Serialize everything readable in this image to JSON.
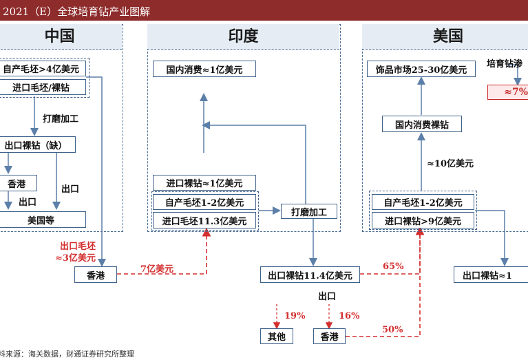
{
  "title": "2021（E）全球培育钻产业图解",
  "china": {
    "header": "中国",
    "box_self_rough": "自产毛坯>4亿美元",
    "box_import_rough": "进口毛坯/裸钻",
    "label_cut": "打磨加工",
    "box_export_bare": "出口裸钻（缺）",
    "box_hk": "香港",
    "label_export1": "出口",
    "label_export2": "出口",
    "box_us_etc": "美国等",
    "label_export_rough": "出口毛坯",
    "label_export_rough_value": "≈3亿美元"
  },
  "india": {
    "header": "印度",
    "box_domestic": "国内消费≈1亿美元",
    "box_import_bare": "进口裸钻≈1亿美元",
    "box_self_rough": "自产毛坯1-2亿美元",
    "box_import_rough": "进口毛坯11.3亿美元",
    "box_cut": "打磨加工",
    "box_export_bare": "出口裸钻11.4亿美元",
    "label_export": "出口",
    "box_other": "其他",
    "box_hk": "香港"
  },
  "usa": {
    "header": "美国",
    "box_jewelry": "饰品市场25-30亿美元",
    "label_penetration": "培育钻渗",
    "box_penetration_value": "≈7%",
    "box_domestic_bare": "国内消费裸钻",
    "label_10": "≈10亿美元",
    "box_self_rough": "自产毛坯1-2亿美元",
    "box_import_bare": "进口裸钻>9亿美元",
    "box_export_bare": "出口裸钻≈1"
  },
  "flows": {
    "hk_to_india": "7亿美元",
    "india_to_usa_pct": "65%",
    "india_to_other_pct": "19%",
    "india_to_hk_pct": "16%",
    "hk_to_usa_pct": "50%"
  },
  "hk_middle": "香港",
  "source": "资料来源：海关数据，财通证券研究所整理",
  "colors": {
    "title_bg": "#8e2b2b",
    "panel_border": "#4a6d91",
    "panel_header_bg": "#e6ecf4",
    "flow_red": "#d32f2f",
    "arrow_blue": "#5b7fa8"
  }
}
